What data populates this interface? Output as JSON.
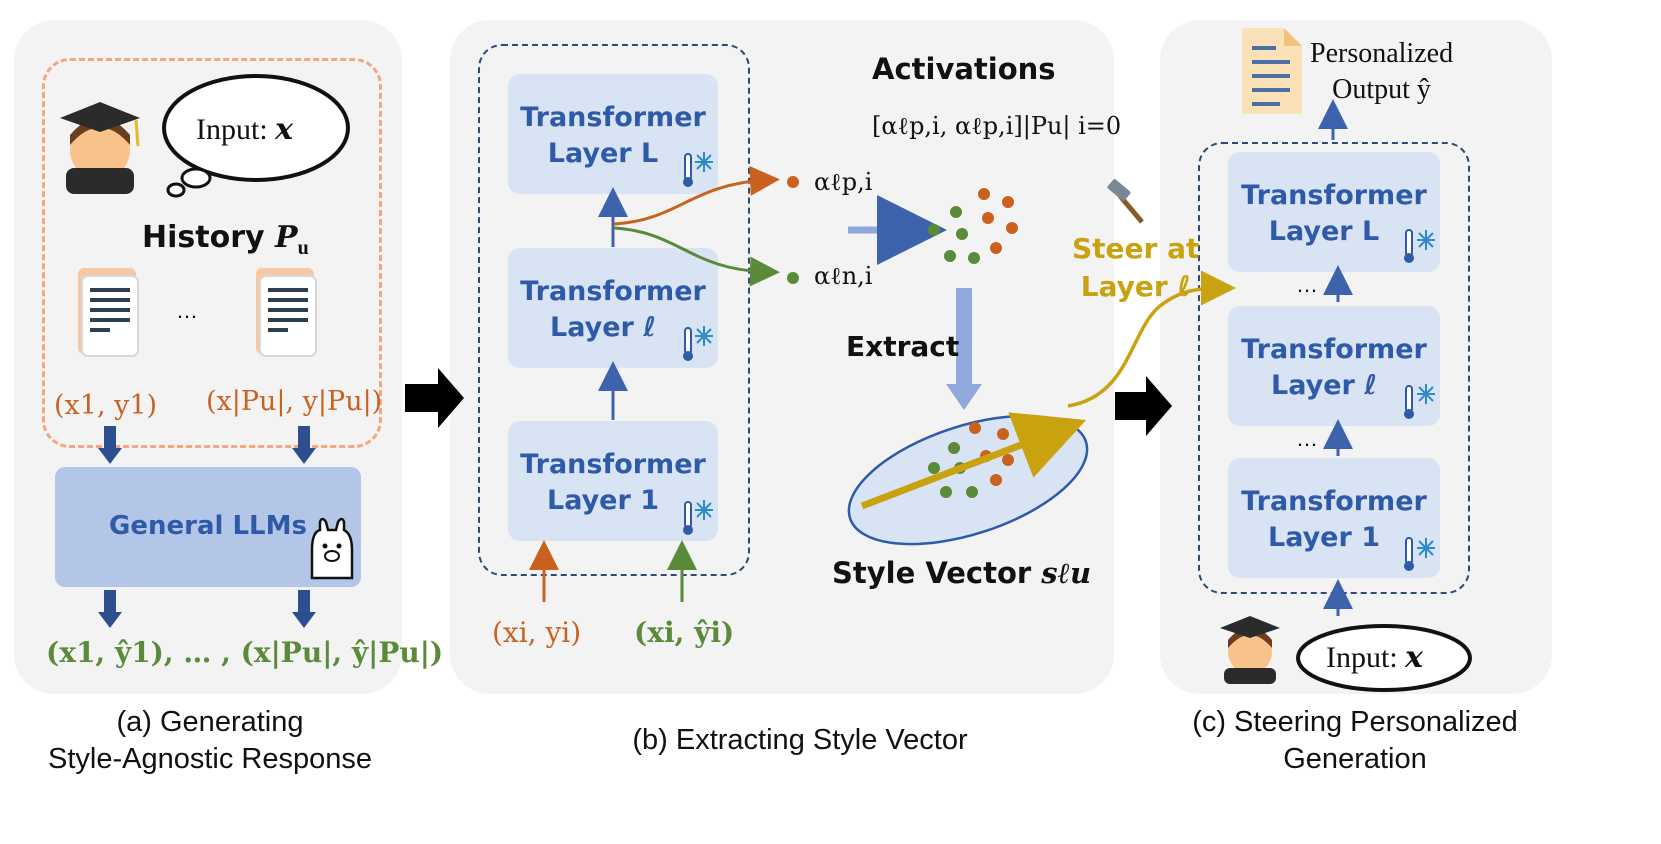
{
  "panel_a": {
    "input_label": "Input: ",
    "input_var": "x",
    "history_label": "History ",
    "history_var": "P",
    "history_sub": "u",
    "ellipsis": "…",
    "pair_first": "(x1, y1)",
    "pair_last": "(x|Pu|, y|Pu|)",
    "llm_label": "General LLMs",
    "output_pairs": "(x1, ŷ1), … , (x|Pu|, ŷ|Pu|)",
    "caption_line1": "(a)  Generating",
    "caption_line2": "Style-Agnostic Response"
  },
  "panel_b": {
    "layers": [
      {
        "line1": "Transformer",
        "line2": "Layer L"
      },
      {
        "line1": "Transformer",
        "line2": "Layer ℓ"
      },
      {
        "line1": "Transformer",
        "line2": "Layer 1"
      }
    ],
    "input_pos": "(xi, yi)",
    "input_neg": "(xi, ŷi)",
    "alpha_pos": "αℓp,i",
    "alpha_neg": "αℓn,i",
    "activations_title": "Activations",
    "activations_formula": "[αℓp,i, αℓp,i]|Pu| i=0",
    "extract_label": "Extract",
    "style_vector_label": "Style Vector ",
    "style_vector_var": "sℓu",
    "caption": "(b) Extracting Style Vector"
  },
  "panel_c": {
    "output_line1": "Personalized",
    "output_line2": "Output ŷ",
    "steer_line1": "Steer at",
    "steer_line2": "Layer ℓ",
    "layers": [
      {
        "line1": "Transformer",
        "line2": "Layer L"
      },
      {
        "line1": "Transformer",
        "line2": "Layer ℓ"
      },
      {
        "line1": "Transformer",
        "line2": "Layer 1"
      }
    ],
    "ellipsis_top": "…",
    "ellipsis_bottom": "…",
    "input_label": "Input: ",
    "input_var": "x",
    "caption_line1": "(c) Steering Personalized",
    "caption_line2": "Generation"
  },
  "colors": {
    "panel_bg": "#f3f3f3",
    "layer_fill": "#d8e3f4",
    "layer_text": "#2e5aa8",
    "arrow_blue": "#3e63ad",
    "orange": "#c8621e",
    "green": "#5a8a3a",
    "gold": "#c9a20f",
    "llm_fill": "#b4c6e7"
  },
  "icons": [
    "student-icon",
    "document-icon",
    "thermometer-icon",
    "snowflake-icon",
    "llama-icon",
    "hammer-icon",
    "output-document-icon"
  ]
}
